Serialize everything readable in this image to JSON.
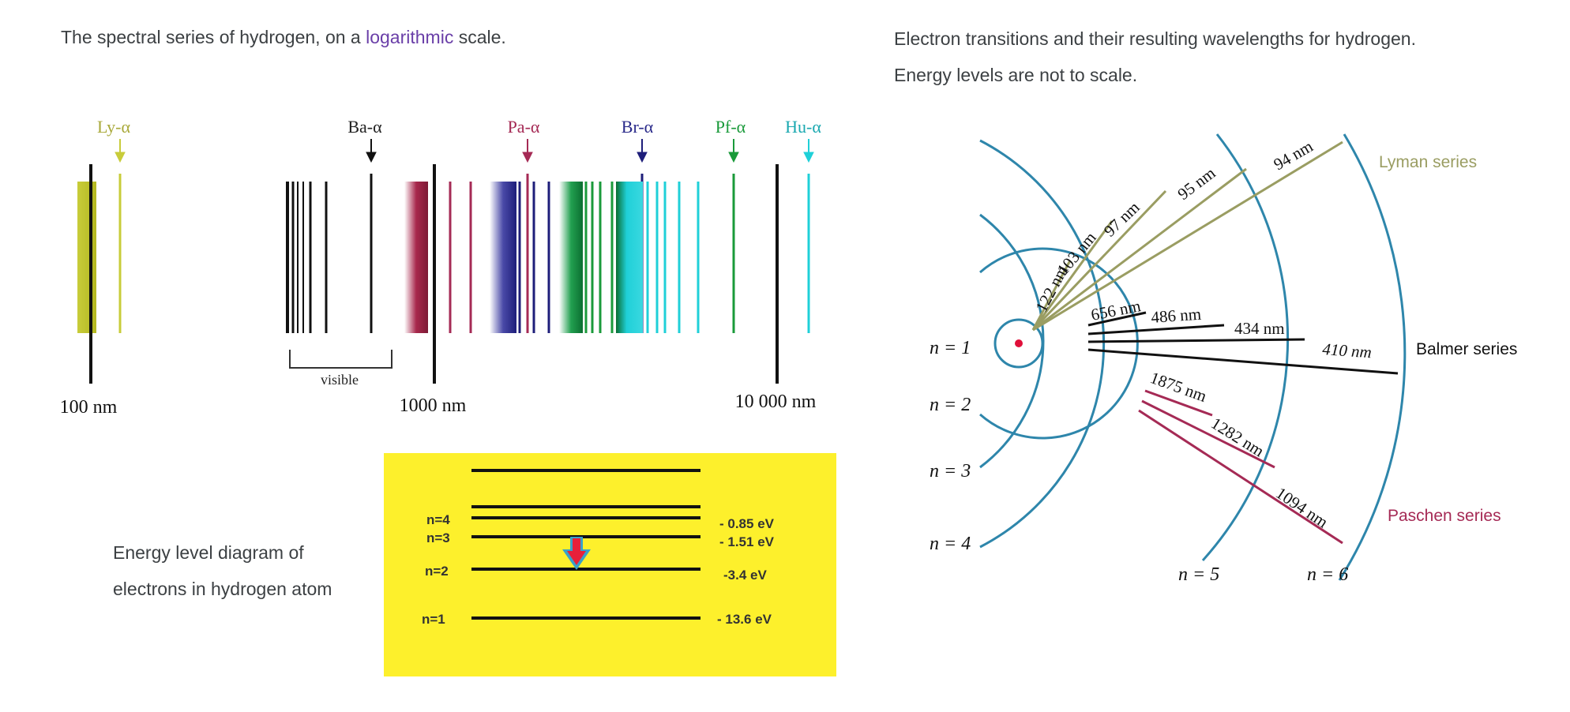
{
  "spectrum": {
    "caption_prefix": "The spectral series of hydrogen, on a ",
    "caption_link": "logarithmic",
    "caption_suffix": " scale.",
    "markers": {
      "ly": "Ly-α",
      "ba": "Ba-α",
      "pa": "Pa-α",
      "br": "Br-α",
      "pf": "Pf-α",
      "hu": "Hu-α"
    },
    "visible_label": "visible",
    "axis_labels": [
      "100 nm",
      "1000 nm",
      "10 000 nm"
    ]
  },
  "energy": {
    "caption_line1": "Energy level diagram of",
    "caption_line2": "electrons in hydrogen atom",
    "levels": [
      "n=4",
      "n=3",
      "n=2",
      "n=1"
    ],
    "values": [
      "- 0.85 eV",
      "- 1.51 eV",
      "-3.4 eV",
      "- 13.6 eV"
    ],
    "background_color": "#fdf02c"
  },
  "transitions": {
    "caption_line1": "Electron transitions and their resulting wavelengths for hydrogen.",
    "caption_line2": "Energy levels are not to scale.",
    "level_labels": [
      "n = 1",
      "n = 2",
      "n = 3",
      "n = 4",
      "n = 5",
      "n = 6"
    ],
    "lyman": [
      "122 nm",
      "103 nm",
      "97 nm",
      "95 nm",
      "94 nm"
    ],
    "balmer": [
      "656 nm",
      "486 nm",
      "434 nm",
      "410 nm"
    ],
    "paschen": [
      "1875 nm",
      "1282 nm",
      "1094 nm"
    ],
    "series": {
      "lyman": "Lyman series",
      "balmer": "Balmer series",
      "paschen": "Paschen series"
    },
    "colors": {
      "orbit": "#2e86ab",
      "lyman": "#9a9d62",
      "balmer": "#111111",
      "paschen": "#a52a55",
      "nucleus": "#e0103a"
    }
  }
}
